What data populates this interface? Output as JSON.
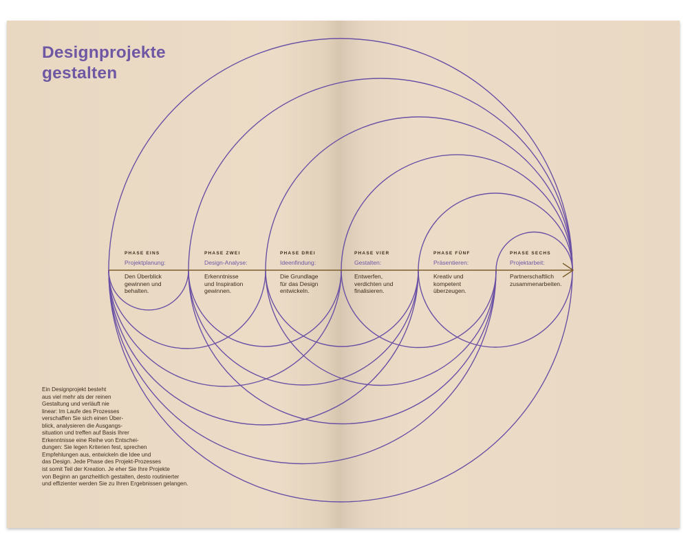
{
  "title": {
    "line1": "Designprojekte",
    "line2": "gestalten"
  },
  "phases": [
    {
      "label": "Phase eins",
      "name": "Projektplanung:",
      "desc": "Den Überblick\ngewinnen und\nbehalten."
    },
    {
      "label": "Phase zwei",
      "name": "Design-Analyse:",
      "desc": "Erkenntnisse\nund Inspiration\ngewinnen."
    },
    {
      "label": "Phase drei",
      "name": "Ideenfindung:",
      "desc": "Die Grundlage\nfür das Design\nentwickeln."
    },
    {
      "label": "Phase vier",
      "name": "Gestalten:",
      "desc": "Entwerfen,\nverdichten und\nfinalisieren."
    },
    {
      "label": "Phase fünf",
      "name": "Präsentieren:",
      "desc": "Kreativ und\nkompetent\nüberzeugen."
    },
    {
      "label": "Phase sechs",
      "name": "Projektarbeit:",
      "desc": "Partnerschaftlich\nzusammenarbeiten."
    }
  ],
  "intro_text": "Ein Designprojekt besteht\naus viel mehr als der reinen\nGestaltung und verläuft nie\nlinear: Im Laufe des Prozesses\nverschaffen Sie sich einen Über-\nblick, analysieren die Ausgangs-\nsituation und treffen auf Basis Ihrer\nErkenntnisse eine Reihe von Entschei-\ndungen: Sie legen Kriterien fest, sprechen\nEmpfehlungen aus, entwickeln die Idee und\ndas Design. Jede Phase des Projekt-Prozesses\nist somit Teil der Kreation. Je eher Sie Ihre Projekte\nvon Beginn an ganzheitlich gestalten, desto routinierter\nund effizienter werden Sie zu Ihren Ergebnissen gelangen.",
  "colors": {
    "paper": "#ecdcc7",
    "accent_purple": "#6e57a3",
    "text_brown": "#3a2c1c",
    "axis_brown": "#7a5a2a"
  }
}
